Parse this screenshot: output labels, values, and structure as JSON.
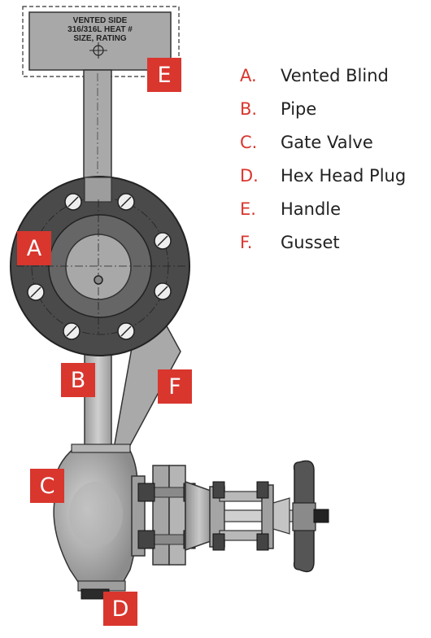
{
  "blind_stamp": {
    "line1": "VENTED SIDE",
    "line2": "316/316L  HEAT #",
    "line3": "SIZE, RATING"
  },
  "callouts": [
    {
      "letter": "A",
      "label": "Vented Blind"
    },
    {
      "letter": "B",
      "label": "Pipe"
    },
    {
      "letter": "C",
      "label": "Gate Valve"
    },
    {
      "letter": "D",
      "label": "Hex Head Plug"
    },
    {
      "letter": "E",
      "label": "Handle"
    },
    {
      "letter": "F",
      "label": "Gusset"
    }
  ],
  "colors": {
    "accent": "#d9362e",
    "flange": "#4a4a4a",
    "steel": "#a9a9a9",
    "steel_light": "#cfcfcf"
  }
}
